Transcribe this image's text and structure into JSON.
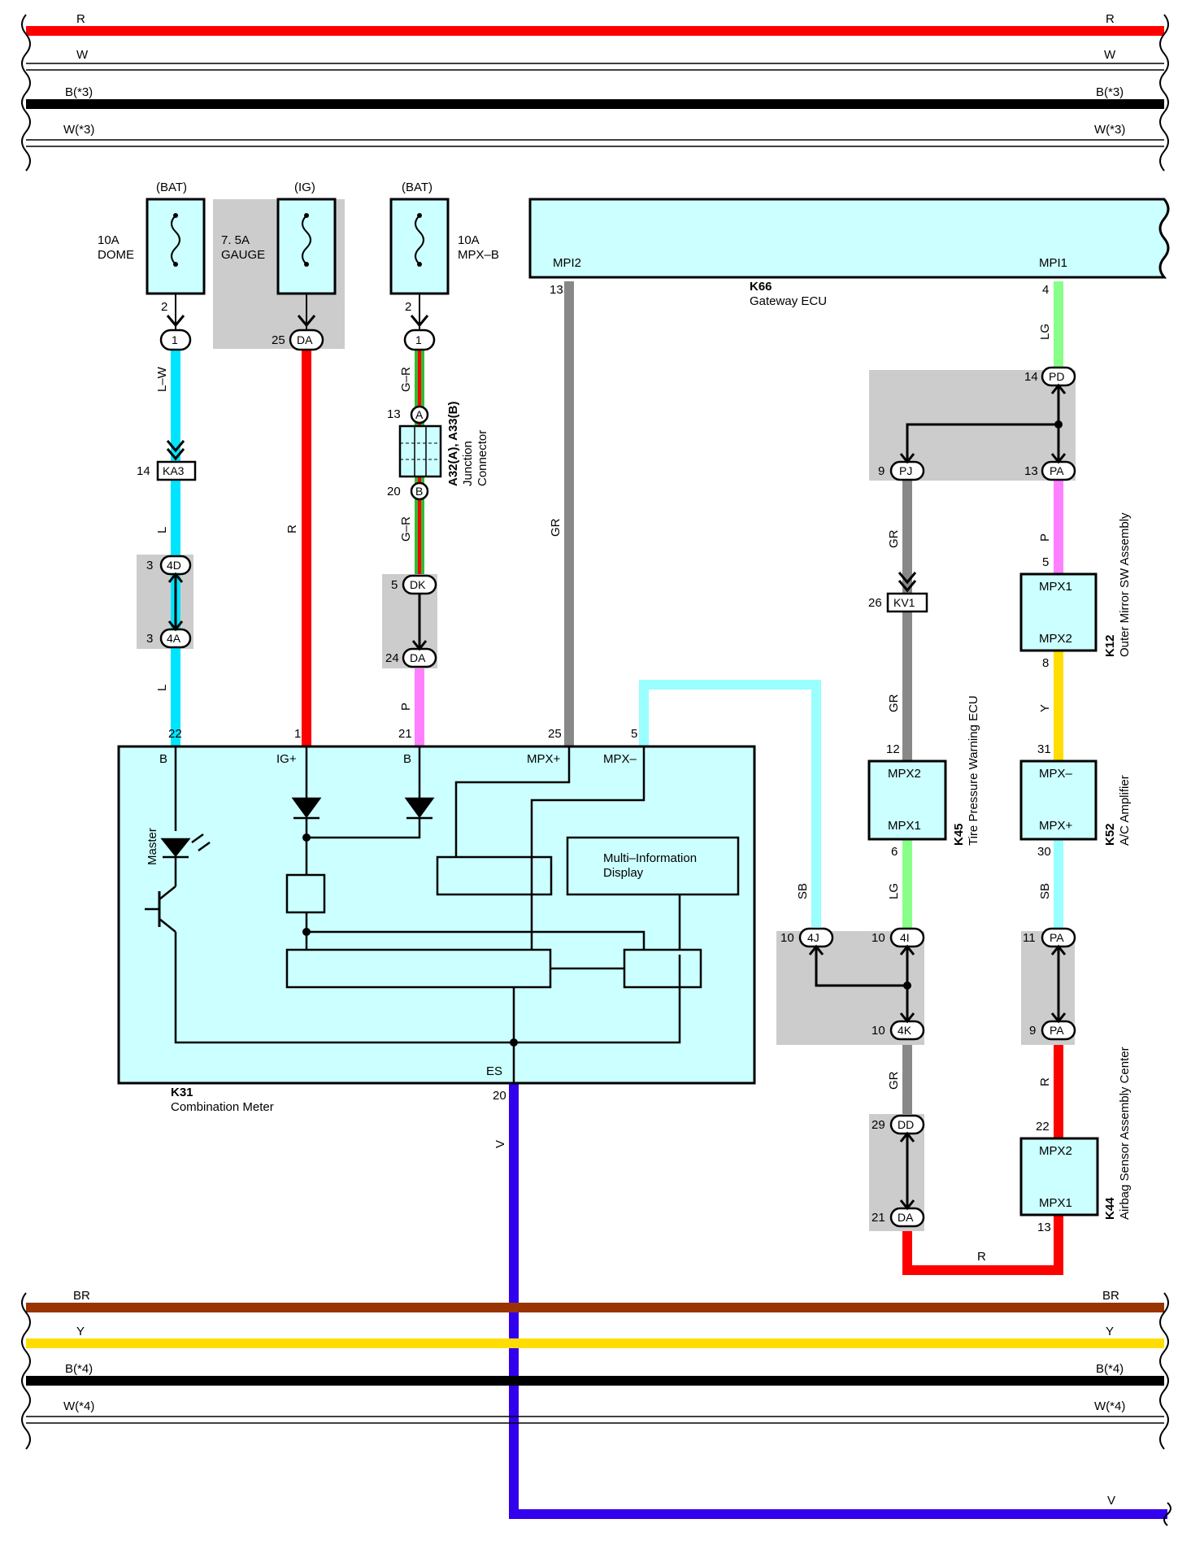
{
  "buses_top": [
    {
      "label": "R",
      "color": "#ff0000",
      "thick": true
    },
    {
      "label": "W",
      "color": "#ffffff",
      "thick": false
    },
    {
      "label": "B(*3)",
      "color": "#000000",
      "thick": true
    },
    {
      "label": "W(*3)",
      "color": "#ffffff",
      "thick": false
    }
  ],
  "buses_bottom": [
    {
      "label": "BR",
      "color": "#993300",
      "thick": true
    },
    {
      "label": "Y",
      "color": "#ffdd00",
      "thick": true
    },
    {
      "label": "B(*4)",
      "color": "#000000",
      "thick": true
    },
    {
      "label": "W(*4)",
      "color": "#ffffff",
      "thick": false
    }
  ],
  "v_bus_label": "V",
  "fuses": {
    "dome": {
      "supply": "(BAT)",
      "rating": "10A",
      "name": "DOME",
      "pin": "2",
      "conn_pin": "1"
    },
    "gauge": {
      "supply": "(IG)",
      "rating": "7. 5A",
      "name": "GAUGE",
      "pin": "25",
      "conn_pin": "DA"
    },
    "mpxb": {
      "supply": "(BAT)",
      "rating": "10A",
      "name": "MPX–B",
      "pin": "2",
      "conn_pin": "1"
    }
  },
  "gateway": {
    "code": "K66",
    "name": "Gateway ECU",
    "port_left": "MPI2",
    "port_right": "MPI1",
    "pin_left": "13",
    "pin_right": "4"
  },
  "junction": {
    "code": "A32(A), A33(B)",
    "name_1": "Junction",
    "name_2": "Connector",
    "pin_a_num": "13",
    "pin_a": "A",
    "pin_b_num": "20",
    "pin_b": "B"
  },
  "meter": {
    "code": "K31",
    "name": "Combination Meter",
    "terminals": [
      "B",
      "IG+",
      "B",
      "MPX+",
      "MPX–"
    ],
    "pins": [
      "22",
      "1",
      "21",
      "25",
      "5"
    ],
    "es_label": "ES",
    "es_pin": "20",
    "led_label": "Master",
    "display_1": "Multi–Information",
    "display_2": "Display"
  },
  "wire_labels": {
    "lw": "L–W",
    "l1": "L",
    "l2": "L",
    "r": "R",
    "gr1": "G–R",
    "gr2": "G–R",
    "p": "P",
    "gr_main": "GR",
    "lg_top": "LG",
    "gr_pj": "GR",
    "gr_kv1": "GR",
    "p_mirror": "P",
    "y_mirror": "Y",
    "sb_left": "SB",
    "lg_k45": "LG",
    "sb_k52": "SB",
    "gr_4k": "GR",
    "r_pa": "R",
    "r_bottom": "R",
    "v": "V"
  },
  "connectors": {
    "ka3": {
      "num": "14",
      "id": "KA3"
    },
    "c4d": {
      "num": "3",
      "id": "4D"
    },
    "c4a": {
      "num": "3",
      "id": "4A"
    },
    "dk": {
      "num": "5",
      "id": "DK"
    },
    "da_mid": {
      "num": "24",
      "id": "DA"
    },
    "pd": {
      "num": "14",
      "id": "PD"
    },
    "pj": {
      "num": "9",
      "id": "PJ"
    },
    "pa_top": {
      "num": "13",
      "id": "PA"
    },
    "kv1": {
      "num": "26",
      "id": "KV1"
    },
    "c4j": {
      "num": "10",
      "id": "4J"
    },
    "c4i": {
      "num": "10",
      "id": "4I"
    },
    "c4k": {
      "num": "10",
      "id": "4K"
    },
    "pa11": {
      "num": "11",
      "id": "PA"
    },
    "pa9": {
      "num": "9",
      "id": "PA"
    },
    "dd": {
      "num": "29",
      "id": "DD"
    },
    "da_bot": {
      "num": "21",
      "id": "DA"
    }
  },
  "components": {
    "k12": {
      "code": "K12",
      "name": "Outer Mirror SW Assembly",
      "port_top": "MPX1",
      "port_bottom": "MPX2",
      "pin_top": "5",
      "pin_bottom": "8"
    },
    "k45": {
      "code": "K45",
      "name": "Tire Pressure Warning ECU",
      "port_top": "MPX2",
      "port_bottom": "MPX1",
      "pin_top": "12",
      "pin_bottom": "6"
    },
    "k52": {
      "code": "K52",
      "name": "A/C Amplifier",
      "port_top": "MPX–",
      "port_bottom": "MPX+",
      "pin_top": "31",
      "pin_bottom": "30"
    },
    "k44": {
      "code": "K44",
      "name": "Airbag Sensor Assembly Center",
      "port_top": "MPX2",
      "port_bottom": "MPX1",
      "pin_top": "22",
      "pin_bottom": "13"
    }
  },
  "colors": {
    "red": "#ff0000",
    "black": "#000000",
    "cyan": "#00e5ff",
    "light_blue": "#99ffff",
    "pink": "#ff80ff",
    "green": "#66ee66",
    "gray": "#888888",
    "yellow": "#ffdd00",
    "blue_violet": "#3300ee",
    "box_fill": "#ccffff",
    "shade": "#cccccc"
  }
}
